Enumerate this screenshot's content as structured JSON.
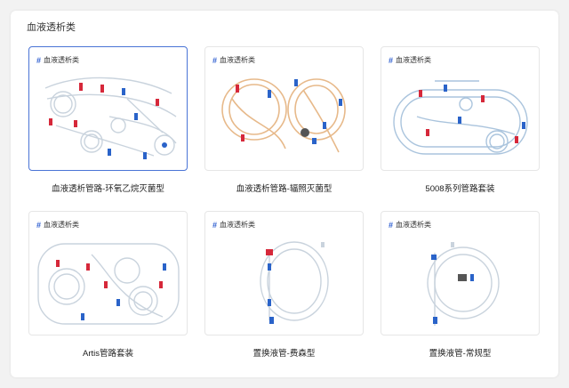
{
  "panel": {
    "title": "血液透析类"
  },
  "products": [
    {
      "tag": "血液透析类",
      "caption": "血液透析管路-环氧乙烷灭菌型",
      "icon": "tubing-set-image",
      "selected": true
    },
    {
      "tag": "血液透析类",
      "caption": "血液透析管路-辐照灭菌型",
      "icon": "tubing-set-image",
      "selected": false
    },
    {
      "tag": "血液透析类",
      "caption": "5008系列管路套装",
      "icon": "tubing-set-image",
      "selected": false
    },
    {
      "tag": "血液透析类",
      "caption": "Artis管路套装",
      "icon": "tubing-set-image",
      "selected": false
    },
    {
      "tag": "血液透析类",
      "caption": "置换液管-费森型",
      "icon": "tubing-set-image",
      "selected": false
    },
    {
      "tag": "血液透析类",
      "caption": "置换液管-常规型",
      "icon": "tubing-set-image",
      "selected": false
    }
  ],
  "colors": {
    "accent": "#2f5fd0",
    "selected_border": "#4a74d6",
    "tube": "#c9d3dd",
    "amber_tube": "#e7b98a",
    "red": "#d6283a",
    "blue": "#2a63c9"
  }
}
